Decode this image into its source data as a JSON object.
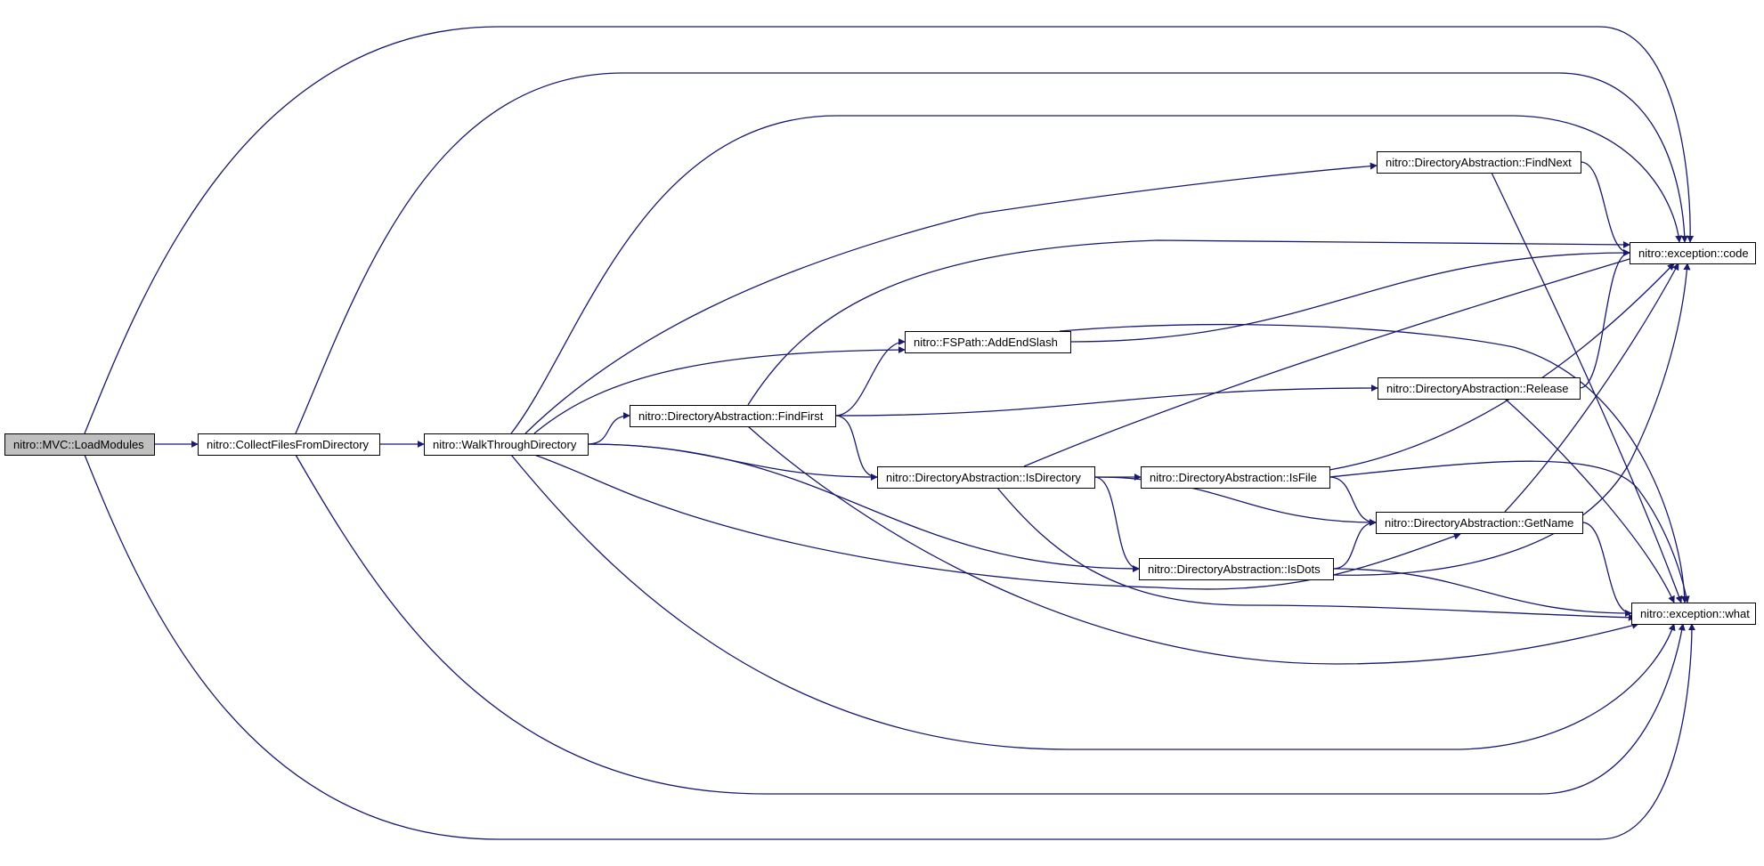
{
  "graph": {
    "type": "call-graph",
    "colors": {
      "edge": "#191970",
      "node_fill": "#ffffff",
      "root_fill": "#bfbfbf",
      "node_border": "#000000",
      "text": "#000000"
    },
    "nodes": [
      {
        "id": "load_modules",
        "label": "nitro::MVC::LoadModules",
        "root": true
      },
      {
        "id": "collect_files",
        "label": "nitro::CollectFilesFromDirectory"
      },
      {
        "id": "walk_through",
        "label": "nitro::WalkThroughDirectory"
      },
      {
        "id": "find_first",
        "label": "nitro::DirectoryAbstraction::FindFirst"
      },
      {
        "id": "add_end_slash",
        "label": "nitro::FSPath::AddEndSlash"
      },
      {
        "id": "find_next",
        "label": "nitro::DirectoryAbstraction::FindNext"
      },
      {
        "id": "is_directory",
        "label": "nitro::DirectoryAbstraction::IsDirectory"
      },
      {
        "id": "is_file",
        "label": "nitro::DirectoryAbstraction::IsFile"
      },
      {
        "id": "release",
        "label": "nitro::DirectoryAbstraction::Release"
      },
      {
        "id": "get_name",
        "label": "nitro::DirectoryAbstraction::GetName"
      },
      {
        "id": "is_dots",
        "label": "nitro::DirectoryAbstraction::IsDots"
      },
      {
        "id": "exc_code",
        "label": "nitro::exception::code"
      },
      {
        "id": "exc_what",
        "label": "nitro::exception::what"
      }
    ],
    "edges": [
      {
        "from": "load_modules",
        "to": "collect_files"
      },
      {
        "from": "load_modules",
        "to": "exc_code"
      },
      {
        "from": "load_modules",
        "to": "exc_what"
      },
      {
        "from": "collect_files",
        "to": "walk_through"
      },
      {
        "from": "collect_files",
        "to": "exc_code"
      },
      {
        "from": "collect_files",
        "to": "exc_what"
      },
      {
        "from": "walk_through",
        "to": "find_first"
      },
      {
        "from": "walk_through",
        "to": "add_end_slash"
      },
      {
        "from": "walk_through",
        "to": "find_next"
      },
      {
        "from": "walk_through",
        "to": "is_directory"
      },
      {
        "from": "walk_through",
        "to": "is_dots"
      },
      {
        "from": "walk_through",
        "to": "get_name"
      },
      {
        "from": "walk_through",
        "to": "exc_code"
      },
      {
        "from": "walk_through",
        "to": "exc_what"
      },
      {
        "from": "find_first",
        "to": "add_end_slash"
      },
      {
        "from": "find_first",
        "to": "is_directory"
      },
      {
        "from": "find_first",
        "to": "release"
      },
      {
        "from": "find_first",
        "to": "exc_code"
      },
      {
        "from": "find_first",
        "to": "exc_what"
      },
      {
        "from": "add_end_slash",
        "to": "exc_code"
      },
      {
        "from": "add_end_slash",
        "to": "exc_what"
      },
      {
        "from": "find_next",
        "to": "exc_code"
      },
      {
        "from": "find_next",
        "to": "exc_what"
      },
      {
        "from": "is_directory",
        "to": "is_file"
      },
      {
        "from": "is_directory",
        "to": "get_name"
      },
      {
        "from": "is_directory",
        "to": "is_dots"
      },
      {
        "from": "is_directory",
        "to": "exc_code"
      },
      {
        "from": "is_directory",
        "to": "exc_what"
      },
      {
        "from": "is_file",
        "to": "get_name"
      },
      {
        "from": "is_file",
        "to": "exc_code"
      },
      {
        "from": "is_file",
        "to": "exc_what"
      },
      {
        "from": "release",
        "to": "exc_code"
      },
      {
        "from": "release",
        "to": "exc_what"
      },
      {
        "from": "get_name",
        "to": "exc_code"
      },
      {
        "from": "get_name",
        "to": "exc_what"
      },
      {
        "from": "is_dots",
        "to": "get_name"
      },
      {
        "from": "is_dots",
        "to": "exc_code"
      },
      {
        "from": "is_dots",
        "to": "exc_what"
      }
    ]
  }
}
